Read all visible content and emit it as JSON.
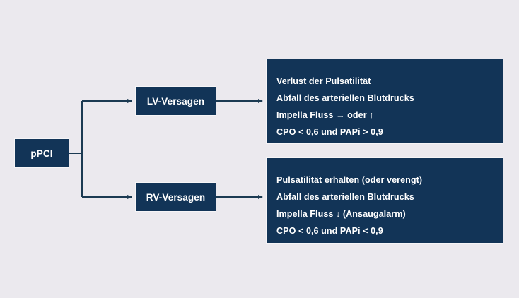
{
  "canvas": {
    "background_color": "#ebe9ee",
    "node_fill_color": "#123457",
    "node_text_color": "#ffffff",
    "connector_color": "#1b3a52"
  },
  "nodes": {
    "root": {
      "label": "pPCI"
    },
    "lv": {
      "label": "LV-Versagen"
    },
    "rv": {
      "label": "RV-Versagen"
    }
  },
  "panels": {
    "lv": {
      "lines": [
        "Verlust der Pulsatilität",
        "Abfall des arteriellen Blutdrucks",
        "Impella Fluss → oder ↑",
        "CPO < 0,6 und PAPi > 0,9"
      ]
    },
    "rv": {
      "lines": [
        "Pulsatilität erhalten (oder verengt)",
        "Abfall des arteriellen Blutdrucks",
        "Impella Fluss ↓ (Ansaugalarm)",
        "CPO < 0,6 und PAPi < 0,9"
      ]
    }
  }
}
